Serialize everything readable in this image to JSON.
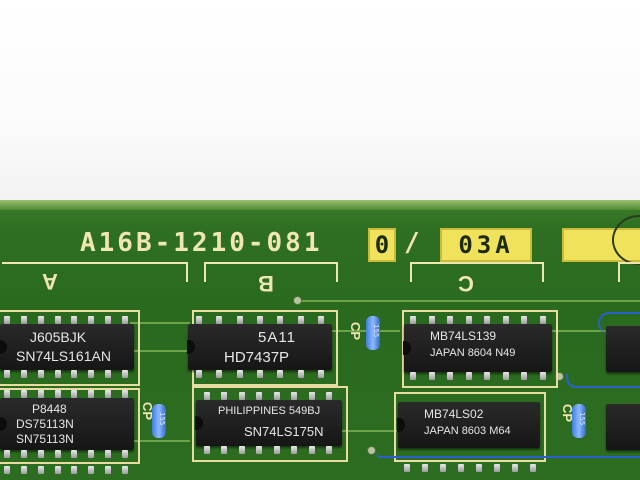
{
  "board": {
    "part_number": "A16B-1210-081",
    "selector_digit": "0",
    "separator": "/",
    "revision": "03A"
  },
  "columns": [
    "A",
    "B",
    "C"
  ],
  "chips": [
    {
      "line1": "J605BJK",
      "line2": "SN74LS161AN"
    },
    {
      "line1": "P8448",
      "line2": "DS75113N",
      "line3": "SN75113N"
    },
    {
      "line1": "5A11",
      "line2": "HD7437P"
    },
    {
      "line1": "PHILIPPINES 549BJ",
      "line2": "SN74LS175N"
    },
    {
      "line1": "MB74LS139",
      "line2": "JAPAN 8604 N49"
    },
    {
      "line1": "MB74LS02",
      "line2": "JAPAN 8603 M64"
    }
  ],
  "silkscreen": {
    "cp": "CP"
  },
  "capacitor_marking": "155",
  "colors": {
    "pcb": "#2c6d21",
    "silkscreen": "#f0e6b0",
    "label_box": "#f0e25a",
    "wire": "#2a5fd0"
  }
}
